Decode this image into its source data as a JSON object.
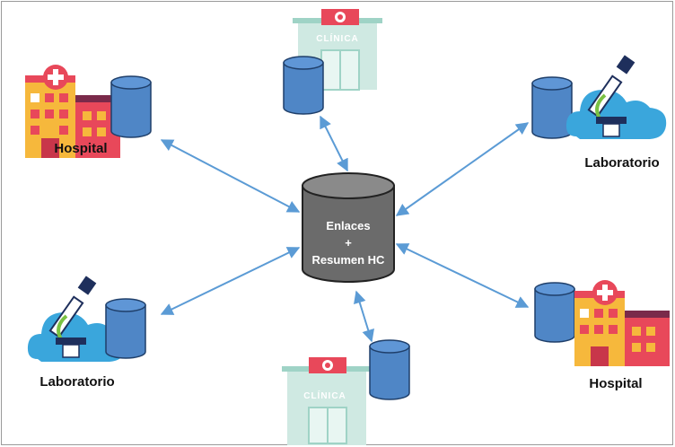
{
  "hub": {
    "line1": "Enlaces",
    "line2": "+",
    "line3": "Resumen HC"
  },
  "nodes": {
    "hospital_top_left": {
      "label": "Hospital"
    },
    "clinic_top": {
      "sign": "CLÍNICA"
    },
    "lab_top_right": {
      "label": "Laboratorio"
    },
    "lab_bottom_left": {
      "label": "Laboratorio"
    },
    "clinic_bottom": {
      "sign": "CLÍNICA"
    },
    "hospital_bottom_right": {
      "label": "Hospital"
    }
  },
  "icons": [
    "hospital-icon",
    "clinic-icon",
    "laboratory-microscope-icon",
    "database-icon"
  ],
  "colors": {
    "arrow": "#5b9bd5",
    "database_fill": "#4f86c6",
    "hub_fill": "#6b6b6b",
    "cloud": "#3aa6dc",
    "clinic_wall": "#cfe9e2",
    "hospital_red": "#e8485a",
    "hospital_yellow": "#f6b83c"
  }
}
